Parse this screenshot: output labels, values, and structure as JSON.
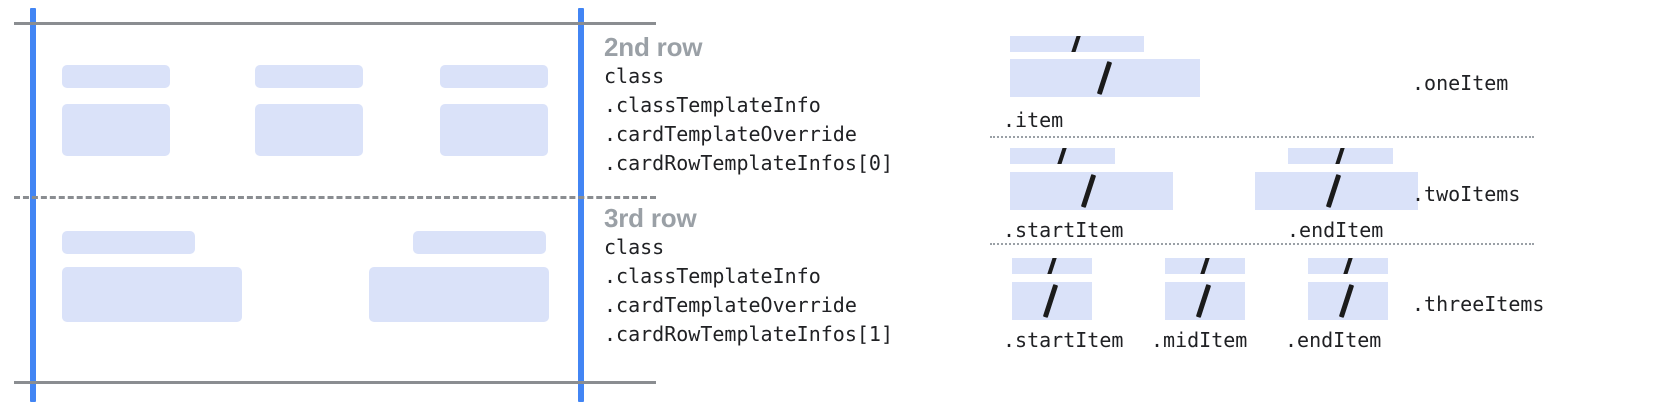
{
  "diagram": {
    "kind": "card-row-template-anatomy",
    "colors": {
      "placeholder_fill": "#dae2f9",
      "guide_blue": "#4285f4",
      "guide_gray": "#8a8d91",
      "title_gray": "#9aa0a6",
      "code_text": "#202124",
      "slash_mark": "#1b1b1b"
    },
    "rows": [
      {
        "title": "2nd row",
        "code": [
          "class",
          ".classTemplateInfo",
          ".cardTemplateOverride",
          ".cardRowTemplateInfos[0]"
        ],
        "cells": 3
      },
      {
        "title": "3rd row",
        "code": [
          "class",
          ".classTemplateInfo",
          ".cardTemplateOverride",
          ".cardRowTemplateInfos[1]"
        ],
        "cells": 2
      }
    ],
    "item_layouts": [
      {
        "side_label": ".oneItem",
        "items": [
          {
            "label": ".item",
            "width": 190
          }
        ]
      },
      {
        "side_label": ".twoItems",
        "items": [
          {
            "label": ".startItem",
            "width": 163
          },
          {
            "label": ".endItem",
            "width": 163
          }
        ]
      },
      {
        "side_label": ".threeItems",
        "items": [
          {
            "label": ".startItem",
            "width": 98
          },
          {
            "label": ".midItem",
            "width": 98
          },
          {
            "label": ".endItem",
            "width": 98
          }
        ]
      }
    ]
  }
}
